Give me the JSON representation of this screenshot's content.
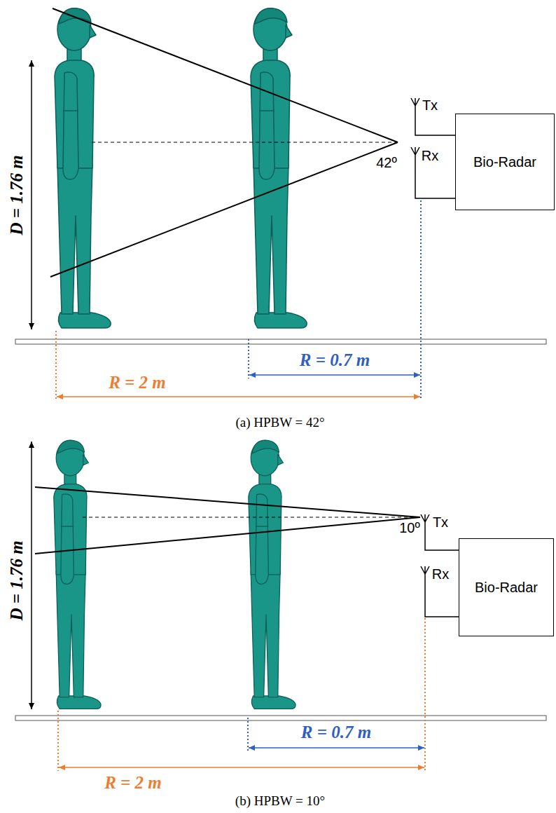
{
  "diagram": {
    "nodes": [
      {
        "text": [
          "Bio-Radar"
        ]
      },
      {
        "text": [
          "Bio-Radar"
        ]
      }
    ],
    "labels": [
      "Tx",
      "42º",
      "Rx",
      "D = 1.76 m",
      "R = 0.7 m",
      "R = 2 m",
      "(a) HPBW = 42°",
      "Tx",
      "10º",
      "Rx",
      "D = 1.76 m",
      "R = 0.7 m",
      "R = 2 m",
      "(b) HPBW = 10°"
    ]
  }
}
